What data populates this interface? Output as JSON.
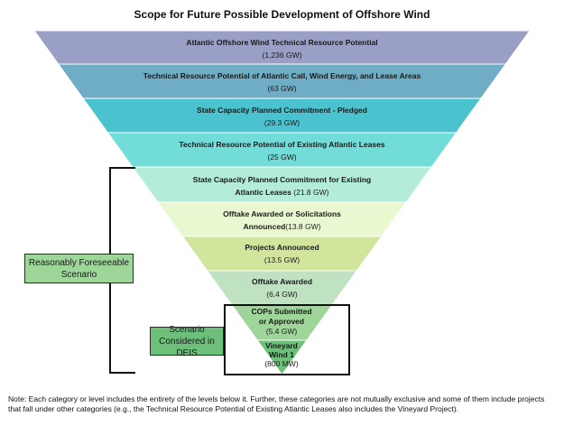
{
  "title": "Scope for Future Possible Development of Offshore Wind",
  "levels": [
    {
      "name": "Atlantic Offshore Wind Technical Resource Potential",
      "value": "(1,236 GW)",
      "color": "#9a9fc6"
    },
    {
      "name": "Technical Resource Potential of Atlantic Call, Wind Energy, and Lease Areas",
      "value": "(63 GW)",
      "color": "#6fadc4"
    },
    {
      "name": "State Capacity Planned Commitment - Pledged",
      "value": "(29.3 GW)",
      "color": "#4bc3cf"
    },
    {
      "name": "Technical Resource Potential of Existing Atlantic Leases",
      "value": "(25 GW)",
      "color": "#72ddd8"
    },
    {
      "name_line1": "State Capacity Planned Commitment for Existing",
      "name_line2": "Atlantic Leases",
      "value": "(21.8 GW)",
      "color": "#b3ecd9"
    },
    {
      "name_line1": "Offtake Awarded or Solicitations",
      "name_line2": "Announced",
      "value": "(13.8 GW)",
      "color": "#eaf8d2"
    },
    {
      "name": "Projects Announced",
      "value": "(13.5 GW)",
      "color": "#d2e59c"
    },
    {
      "name": "Offtake Awarded",
      "value": "(6.4 GW)",
      "color": "#bfe3c0"
    },
    {
      "name_line1": "COPs Submitted",
      "name_line2": "or Approved",
      "value": "(5.4 GW)",
      "color": "#9ed69a"
    },
    {
      "name_line1": "Vineyard",
      "name_line2": "Wind 1",
      "value": "(800 MW)",
      "color": "#6cc07a"
    }
  ],
  "brackets": {
    "reasonably_foreseeable": "Reasonably Foreseeable Scenario",
    "scenario_deis": "Scenario Considered in DEIS"
  },
  "note": "Note: Each category or level includes the entirety of the levels below it. Further, these categories are not mutually exclusive and some of them include projects that fall under other categories (e.g., the Technical Resource Potential of Existing Atlantic Leases also includes the Vineyard Project)."
}
